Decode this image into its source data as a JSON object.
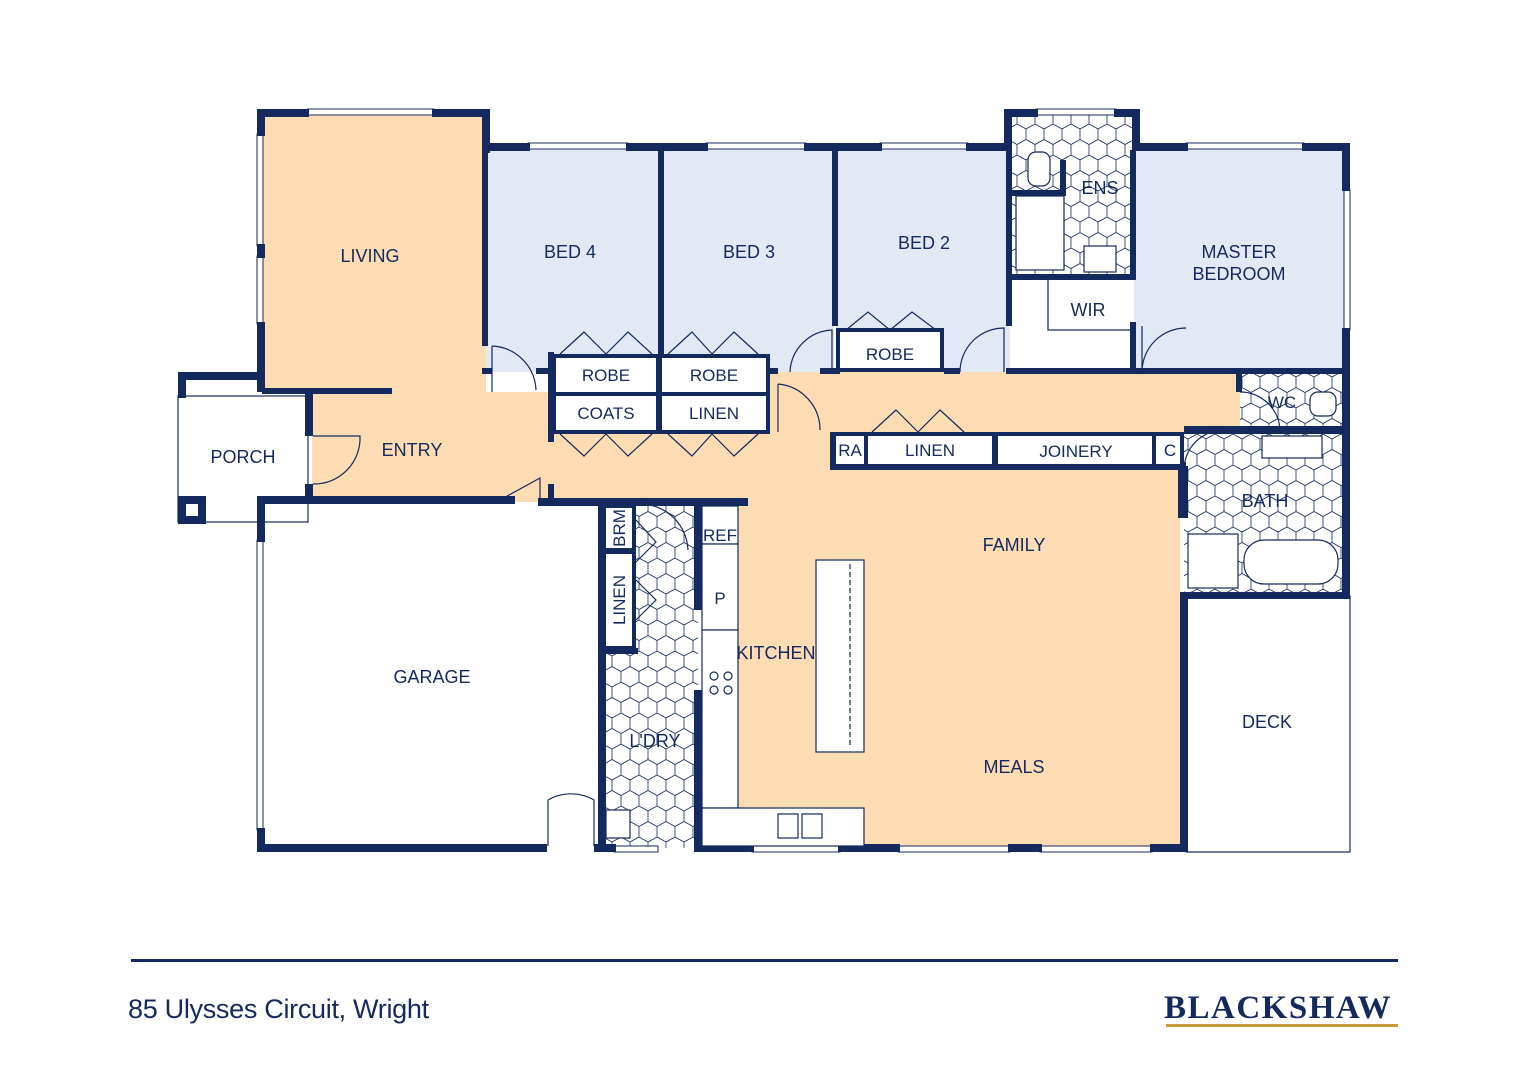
{
  "colors": {
    "wall": "#14295e",
    "living_zone": "#fddcb3",
    "bedroom_zone": "#e3e8f5",
    "wet_area": "#ffffff",
    "outdoor": "#ffffff",
    "brand_accent": "#c89a3c",
    "text": "#14295e"
  },
  "rooms": {
    "living": "LIVING",
    "bed4": "BED 4",
    "bed3": "BED 3",
    "bed2": "BED 2",
    "ens": "ENS",
    "master": "MASTER",
    "master2": "BEDROOM",
    "wir": "WIR",
    "porch": "PORCH",
    "entry": "ENTRY",
    "robe1": "ROBE",
    "robe2": "ROBE",
    "robe3": "ROBE",
    "coats": "COATS",
    "linen1": "LINEN",
    "linen2": "LINEN",
    "linen3": "LINEN",
    "wc": "WC",
    "ra": "RA",
    "joinery": "JOINERY",
    "c": "C",
    "bath": "BATH",
    "family": "FAMILY",
    "kitchen": "KITCHEN",
    "meals": "MEALS",
    "ref": "REF",
    "p": "P",
    "brm": "BRM",
    "laundry": "L'DRY",
    "garage": "GARAGE",
    "deck": "DECK"
  },
  "footer": {
    "address": "85 Ulysses Circuit, Wright",
    "brand": "BLACKSHAW"
  }
}
